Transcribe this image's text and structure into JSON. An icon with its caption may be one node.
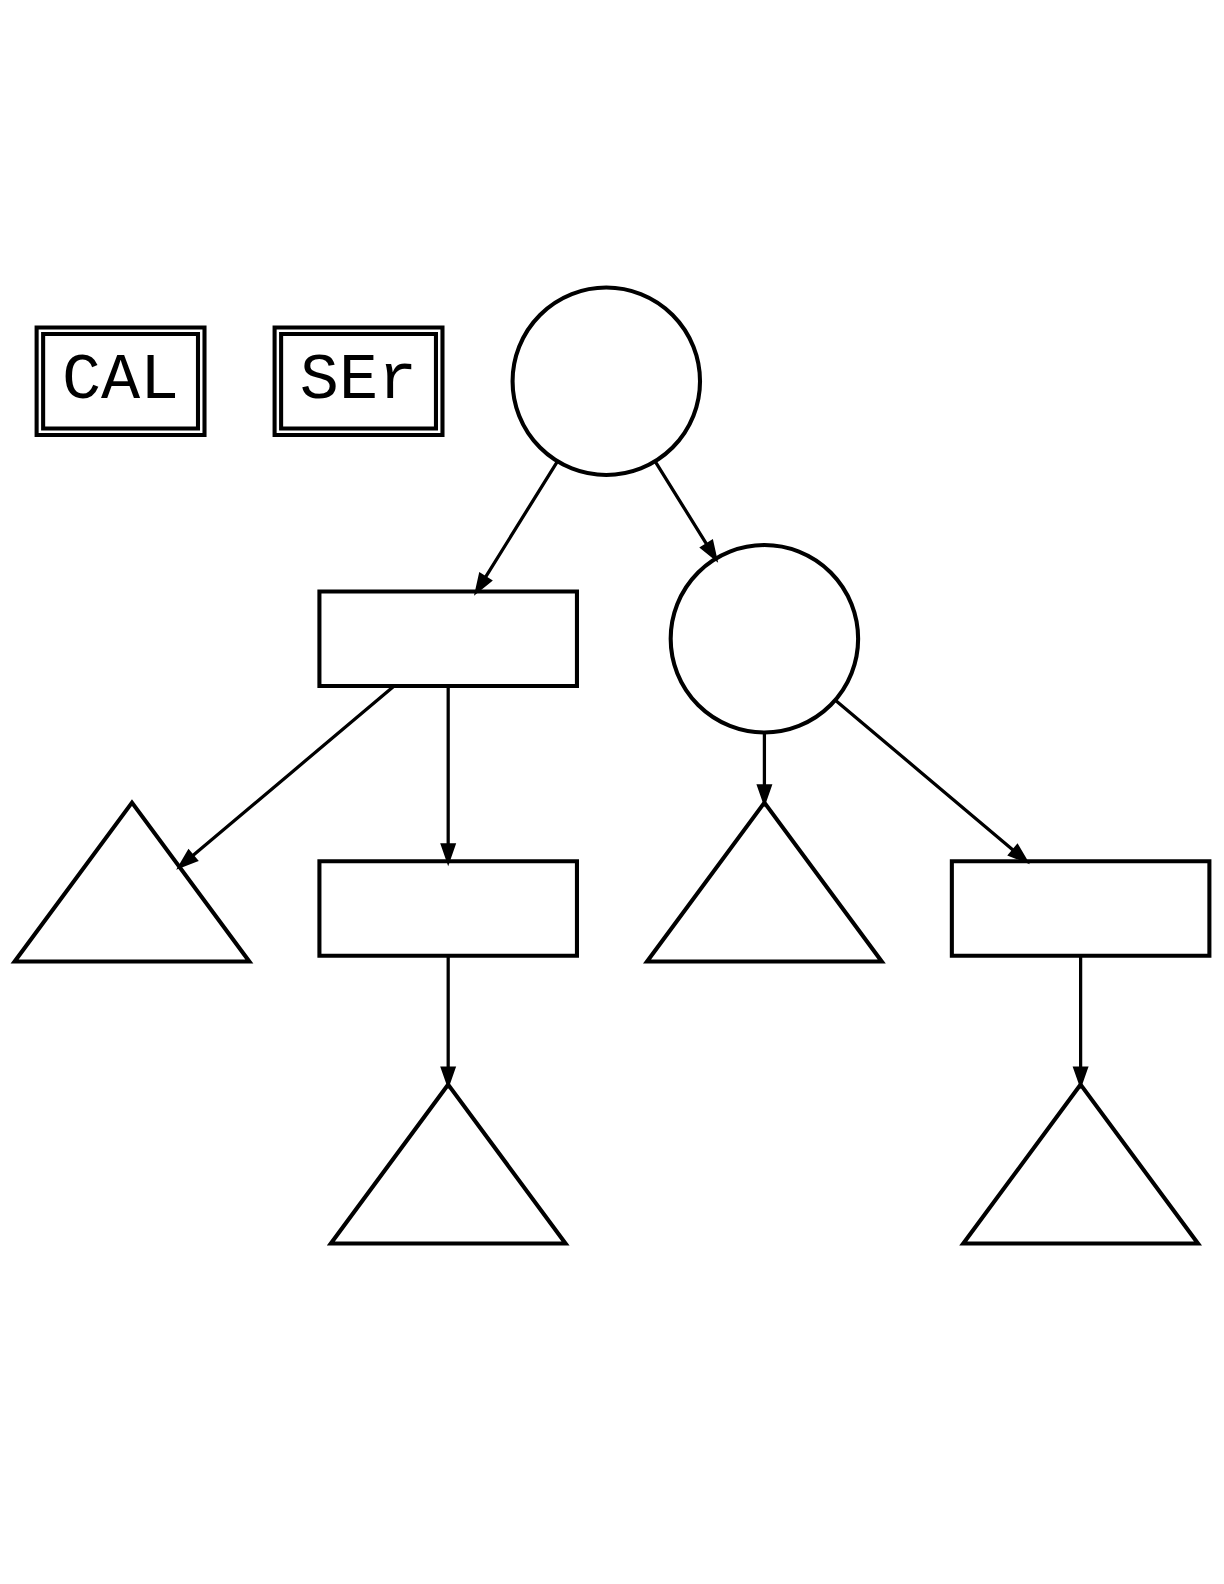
{
  "diagram": {
    "nodes": [
      {
        "text": [
          "CAL"
        ]
      },
      {
        "text": [
          "SEr"
        ]
      },
      {
        "text": [],
        "shape": "circle"
      },
      {
        "text": [],
        "shape": "triangle"
      },
      {
        "text": [],
        "shape": "box"
      },
      {
        "text": [],
        "shape": "box"
      },
      {
        "text": [],
        "shape": "triangle"
      },
      {
        "text": [],
        "shape": "circle"
      },
      {
        "text": [],
        "shape": "triangle"
      },
      {
        "text": [],
        "shape": "box"
      },
      {
        "text": [],
        "shape": "triangle"
      }
    ],
    "edges": [
      {
        "from": 2,
        "to": 4,
        "arrow": "to"
      },
      {
        "from": 4,
        "to": 3,
        "arrow": "to"
      },
      {
        "from": 4,
        "to": 5,
        "arrow": "to"
      },
      {
        "from": 5,
        "to": 6,
        "arrow": "to"
      },
      {
        "from": 2,
        "to": 7,
        "arrow": "to"
      },
      {
        "from": 7,
        "to": 8,
        "arrow": "to"
      },
      {
        "from": 7,
        "to": 9,
        "arrow": "to"
      },
      {
        "from": 9,
        "to": 10,
        "arrow": "to"
      }
    ]
  }
}
